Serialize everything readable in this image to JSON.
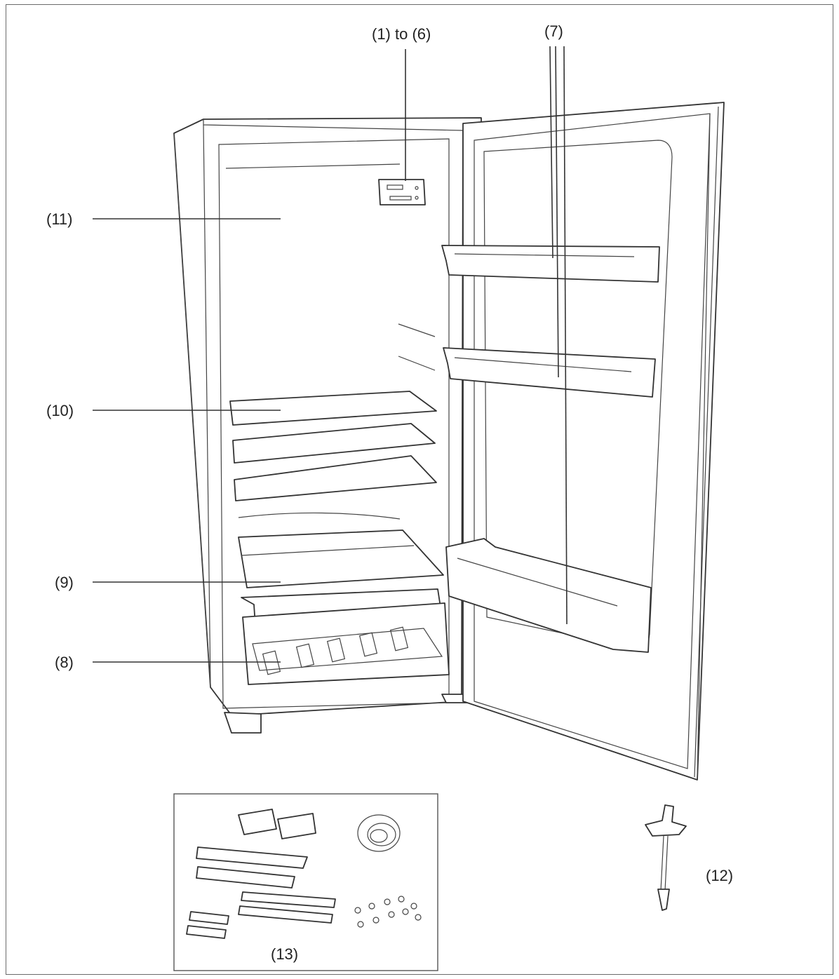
{
  "labels": {
    "controls": "(1) to (6)",
    "door_shelves": "(7)",
    "crisper": "(8)",
    "crisper_cover": "(9)",
    "glass_shelf": "(10)",
    "interior_light": "(11)",
    "tool": "(12)",
    "accessories": "(13)"
  }
}
